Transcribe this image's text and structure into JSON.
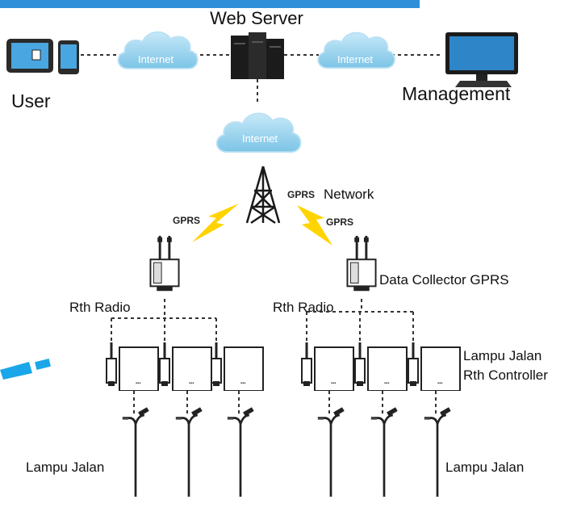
{
  "labels": {
    "web_server": "Web Server",
    "user": "User",
    "management": "Management",
    "cloud_internet": "Internet",
    "gprs": "GPRS",
    "network": "Network",
    "data_collector": "Data Collector GPRS",
    "rth_radio": "Rth Radio",
    "controller_line1": "Lampu Jalan",
    "controller_line2": "Rth Controller",
    "lampu_jalan": "Lampu Jalan"
  },
  "colors": {
    "cloud": "#9fd6ef",
    "cloud_edge": "#7cc4e6",
    "lightning": "#ffd400",
    "top_bar": "#2f8fd8",
    "accent_dash": "#1aa6e8",
    "device": "#222222"
  },
  "icons": [
    "tablet-icon",
    "phone-icon",
    "server-icon",
    "monitor-icon",
    "cloud-icon",
    "tower-icon",
    "lightning-icon",
    "radio-icon",
    "controller-icon",
    "street-lamp-icon"
  ]
}
